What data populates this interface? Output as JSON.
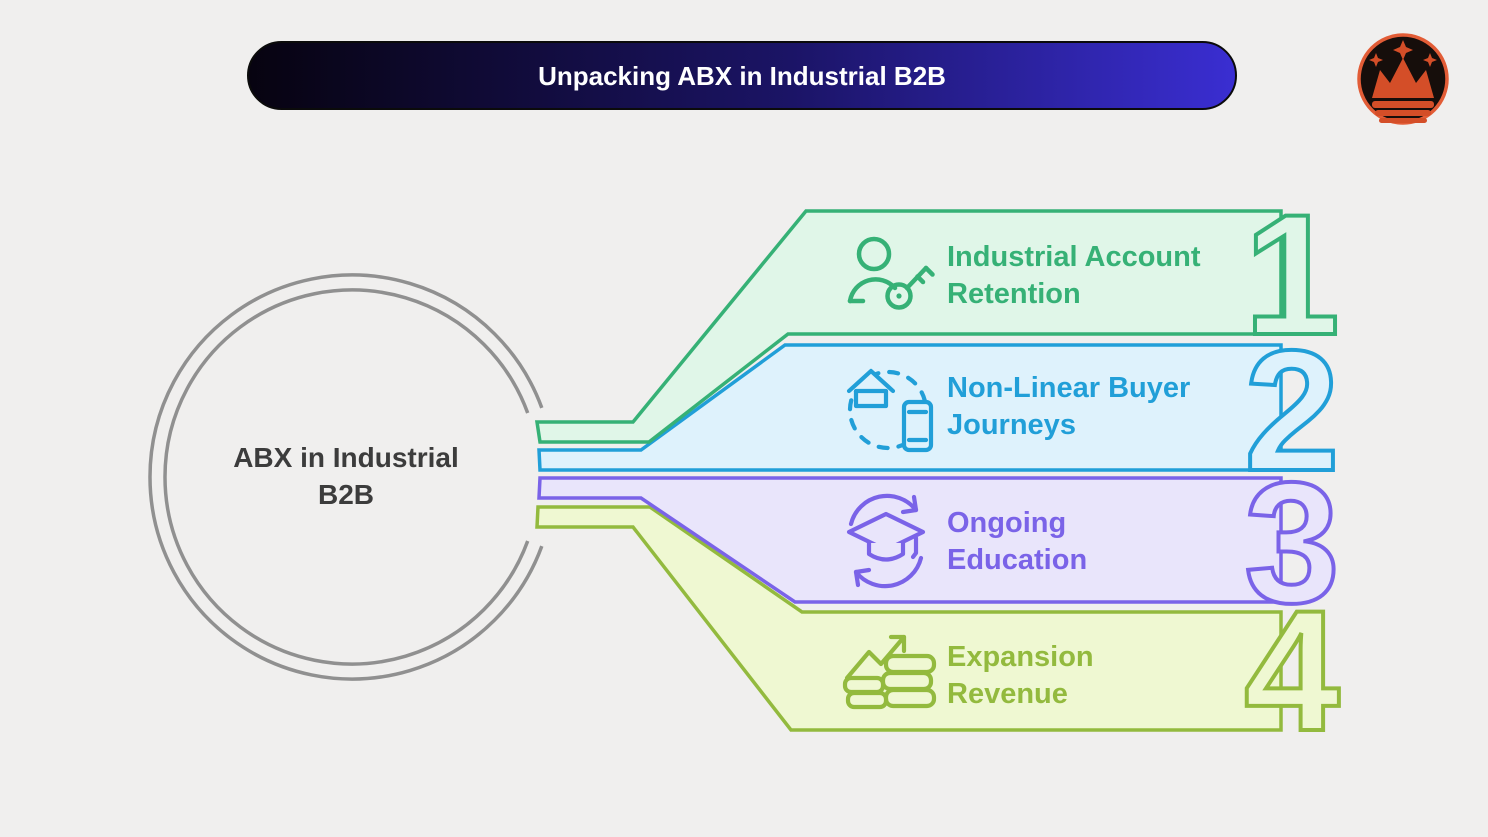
{
  "header": {
    "title": "Unpacking ABX in Industrial B2B"
  },
  "logo": {
    "name": "crown-badge"
  },
  "hub": {
    "line1": "ABX in Industrial",
    "line2": "B2B"
  },
  "items": [
    {
      "number": "1",
      "line1": "Industrial Account",
      "line2": "Retention",
      "icon": "account-retention-icon",
      "stroke": "#36b176",
      "fill": "#e0f6e8"
    },
    {
      "number": "2",
      "line1": "Non-Linear Buyer",
      "line2": "Journeys",
      "icon": "buyer-journey-icon",
      "stroke": "#219fd8",
      "fill": "#def2fc"
    },
    {
      "number": "3",
      "line1": "Ongoing",
      "line2": "Education",
      "icon": "ongoing-education-icon",
      "stroke": "#7a63e8",
      "fill": "#e9e5fb"
    },
    {
      "number": "4",
      "line1": "Expansion",
      "line2": "Revenue",
      "icon": "expansion-revenue-icon",
      "stroke": "#93ba3e",
      "fill": "#eff8d2"
    }
  ],
  "colors": {
    "background": "#f0efee",
    "header_gradient_left": "#070310",
    "header_gradient_right": "#3a2ed2",
    "header_text": "#ffffff",
    "hub_ring": "#909090",
    "hub_text": "#3c3c3c",
    "logo_ring": "#e25c36",
    "logo_crown": "#d44e28",
    "logo_background": "#160e0b"
  }
}
